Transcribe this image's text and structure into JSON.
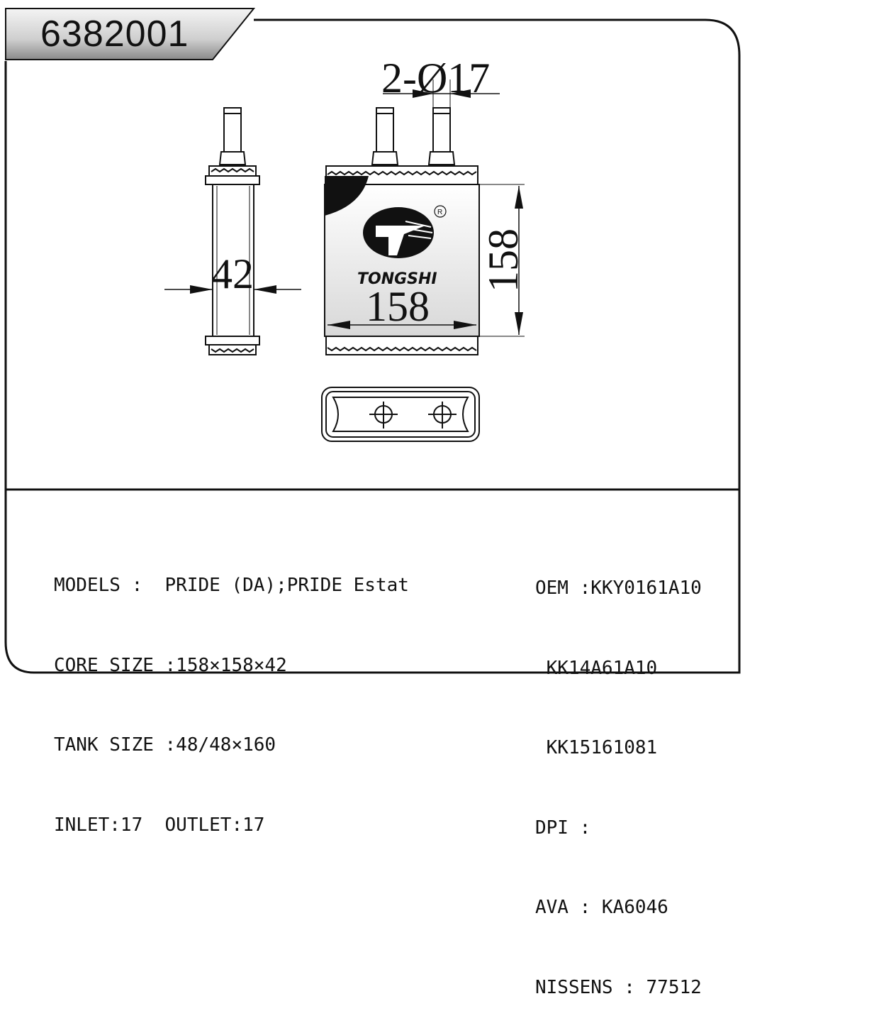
{
  "part_number": "6382001",
  "drawing": {
    "pipe_dimension": "2-Ø17",
    "depth_dimension": "42",
    "width_dimension": "158",
    "height_dimension": "158",
    "brand_name": "TONGSHI",
    "registered_mark": "®"
  },
  "specs_left": [
    "MODELS :  PRIDE (DA);PRIDE Estat",
    "CORE SIZE :158×158×42",
    "TANK SIZE :48/48×160",
    "INLET:17  OUTLET:17"
  ],
  "specs_right": [
    "OEM :KKY0161A10",
    " KK14A61A10",
    " KK15161081",
    "DPI :",
    "AVA : KA6046",
    "NISSENS : 77512"
  ]
}
